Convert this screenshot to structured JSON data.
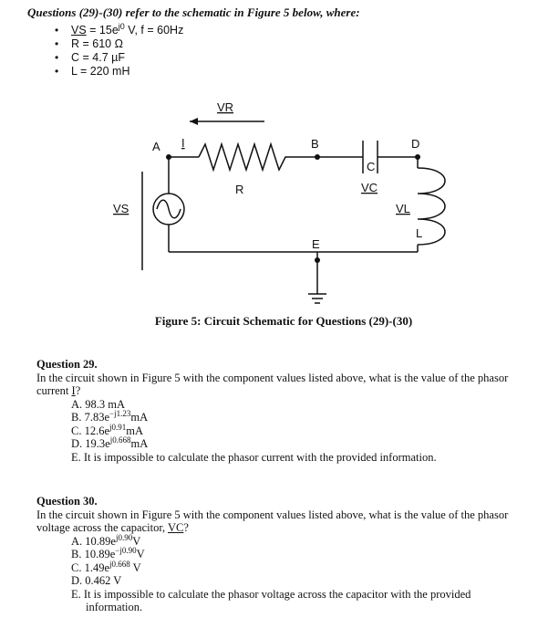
{
  "header": "Questions (29)-(30) refer to the schematic in Figure 5 below, where:",
  "given": {
    "vs_symbol": "VS",
    "vs_rest": " = 15e",
    "vs_sup": "j0",
    "vs_tail": " V, f = 60Hz",
    "r": "R = 610 Ω",
    "c": "C = 4.7 µF",
    "l": "L = 220 mH"
  },
  "schematic": {
    "vr": "VR",
    "a": "A",
    "i": "I",
    "b": "B",
    "c_label": "C",
    "d": "D",
    "r": "R",
    "vc": "VC",
    "vs": "VS",
    "vl": "VL",
    "l": "L",
    "e": "E"
  },
  "caption": "Figure 5: Circuit Schematic for Questions (29)-(30)",
  "q29": {
    "title": "Question 29.",
    "stem_a": "In the circuit shown in Figure 5 with the component values listed above, what is the value of the phasor current ",
    "stem_sym": "I",
    "stem_b": "?",
    "a": "A. 98.3 mA",
    "b_pre": "B. 7.83e",
    "b_sup": "−j1.23",
    "b_post": "mA",
    "c_pre": "C. 12.6e",
    "c_sup": "j0.91",
    "c_post": "mA",
    "d_pre": "D. 19.3e",
    "d_sup": "j0.668",
    "d_post": "mA",
    "e": "E. It is impossible to calculate the phasor current with the provided information."
  },
  "q30": {
    "title": "Question 30.",
    "stem_a": "In the circuit shown in Figure 5 with the component values listed above, what is the value of the phasor voltage across the capacitor, ",
    "stem_sym": "VC",
    "stem_b": "?",
    "a_pre": "A. 10.89e",
    "a_sup": "j0.90",
    "a_post": "V",
    "b_pre": "B. 10.89e",
    "b_sup": "−j0.90",
    "b_post": "V",
    "c_pre": "C. 1.49e",
    "c_sup": "j0.668",
    "c_post": " V",
    "d": "D. 0.462 V",
    "e": "E. It is impossible to calculate the phasor voltage across the capacitor with the provided information."
  }
}
